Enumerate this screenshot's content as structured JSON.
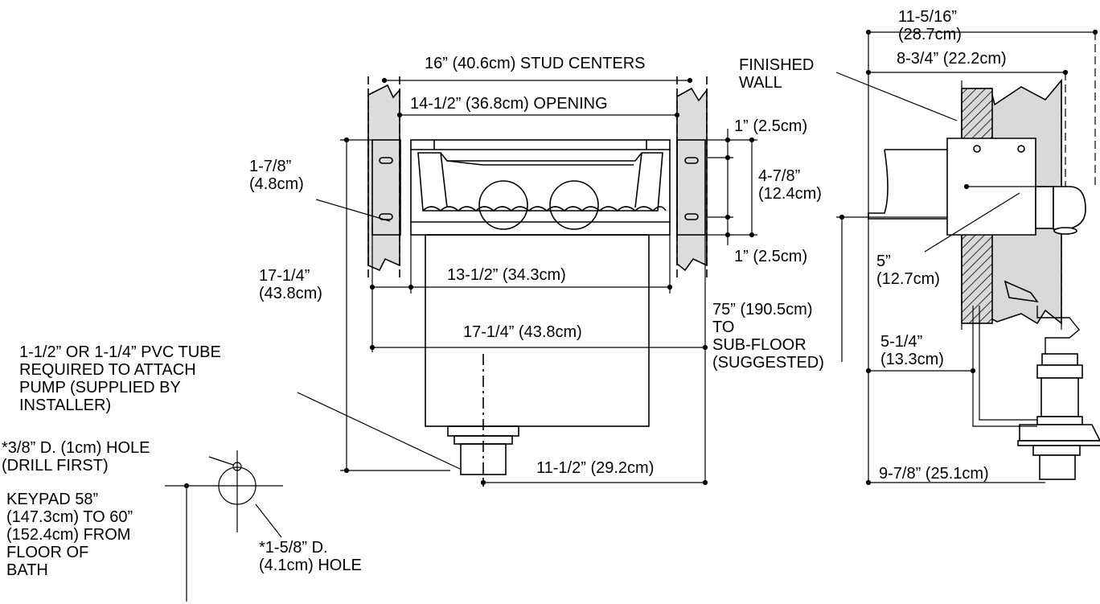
{
  "labels": {
    "stud_centers": "16” (40.6cm) STUD CENTERS",
    "opening": "14-1/2” (36.8cm) OPENING",
    "dim_1_top": "1” (2.5cm)",
    "dim_4_7_8": "4-7/8”\n(12.4cm)",
    "dim_1_bottom": "1” (2.5cm)",
    "dim_1_7_8": "1-7/8”\n(4.8cm)",
    "dim_17_1_4_left": "17-1/4”\n(43.8cm)",
    "dim_13_1_2": "13-1/2” (34.3cm)",
    "dim_17_1_4_mid": "17-1/4” (43.8cm)",
    "dim_75": "75” (190.5cm)\nTO\nSUB-FLOOR\n(SUGGESTED)",
    "dim_11_1_2": "11-1/2” (29.2cm)",
    "pvc_note": "1-1/2” OR 1-1/4” PVC TUBE\nREQUIRED TO ATTACH\nPUMP (SUPPLIED BY\nINSTALLER)",
    "hole_3_8": "*3/8” D. (1cm) HOLE\n(DRILL FIRST)",
    "keypad": "KEYPAD 58”\n(147.3cm) TO 60”\n(152.4cm) FROM\nFLOOR OF\nBATH",
    "hole_1_5_8": "*1-5/8” D.\n(4.1cm) HOLE",
    "dim_11_5_16": "11-5/16”\n(28.7cm)",
    "dim_8_3_4": "8-3/4” (22.2cm)",
    "finished_wall": "FINISHED\nWALL",
    "dim_5": "5”\n(12.7cm)",
    "dim_5_1_4": "5-1/4”\n(13.3cm)",
    "dim_9_7_8": "9-7/8” (25.1cm)"
  },
  "colors": {
    "line": "#000000",
    "stud_fill": "#dcdcdc",
    "wall_fill": "#d9d9d9",
    "background": "#ffffff"
  }
}
